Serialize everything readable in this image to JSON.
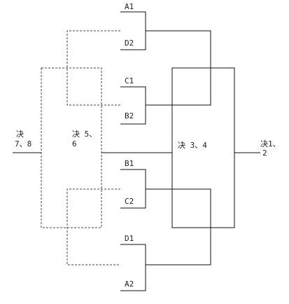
{
  "teams": {
    "a1": "A1",
    "d2": "D2",
    "c1": "C1",
    "b2": "B2",
    "b1": "B1",
    "c2": "C2",
    "d1": "D1",
    "a2": "A2"
  },
  "rounds": {
    "final_line1": "决1、",
    "final_line2": "2",
    "semi": "决 3、4",
    "fifth_line1": "决 5、",
    "fifth_line2": "6",
    "seventh_line1": "决",
    "seventh_line2": "7、8"
  }
}
